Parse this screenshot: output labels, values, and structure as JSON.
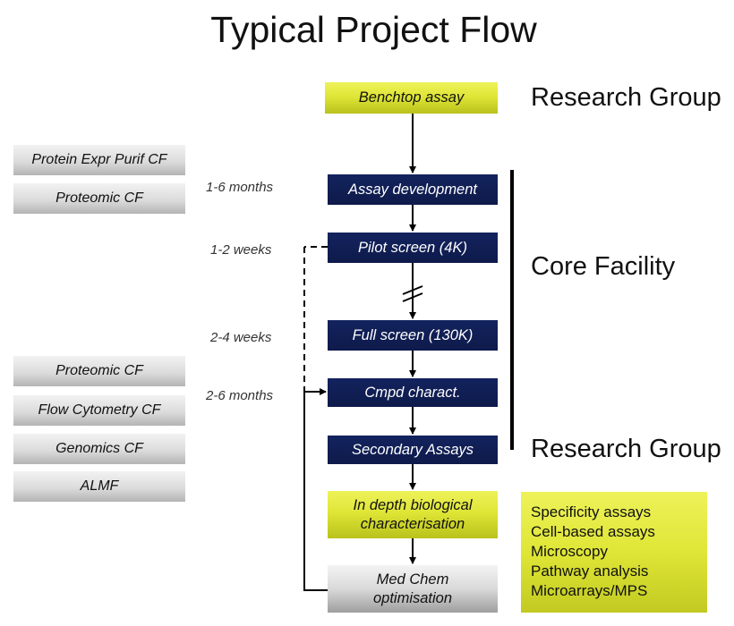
{
  "title": "Typical Project Flow",
  "labels": {
    "research_group_top": "Research Group",
    "core_facility": "Core Facility",
    "research_group_bottom": "Research Group"
  },
  "flow_boxes": {
    "benchtop": "Benchtop assay",
    "assay_dev": "Assay development",
    "pilot": "Pilot screen (4K)",
    "full": "Full screen (130K)",
    "cmpd": "Cmpd charact.",
    "secondary": "Secondary Assays",
    "in_depth_1": "In depth biological",
    "in_depth_2": "characterisation",
    "med_chem_1": "Med Chem",
    "med_chem_2": "optimisation"
  },
  "core_facilities": {
    "protein": "Protein Expr Purif CF",
    "proteomic_top": "Proteomic CF",
    "proteomic_bottom": "Proteomic CF",
    "flow": "Flow Cytometry CF",
    "genomics": "Genomics CF",
    "almf": "ALMF"
  },
  "durations": {
    "assay_dev": "1-6 months",
    "pilot": "1-2 weeks",
    "full": "2-4 weeks",
    "cmpd": "2-6 months"
  },
  "characterisation_list": [
    "Specificity assays",
    "Cell-based assays",
    "Microscopy",
    "Pathway analysis",
    "Microarrays/MPS"
  ],
  "colors": {
    "navy": "#0e1a4a",
    "lime": "#dfe636",
    "grey": "#c8c8c8"
  }
}
